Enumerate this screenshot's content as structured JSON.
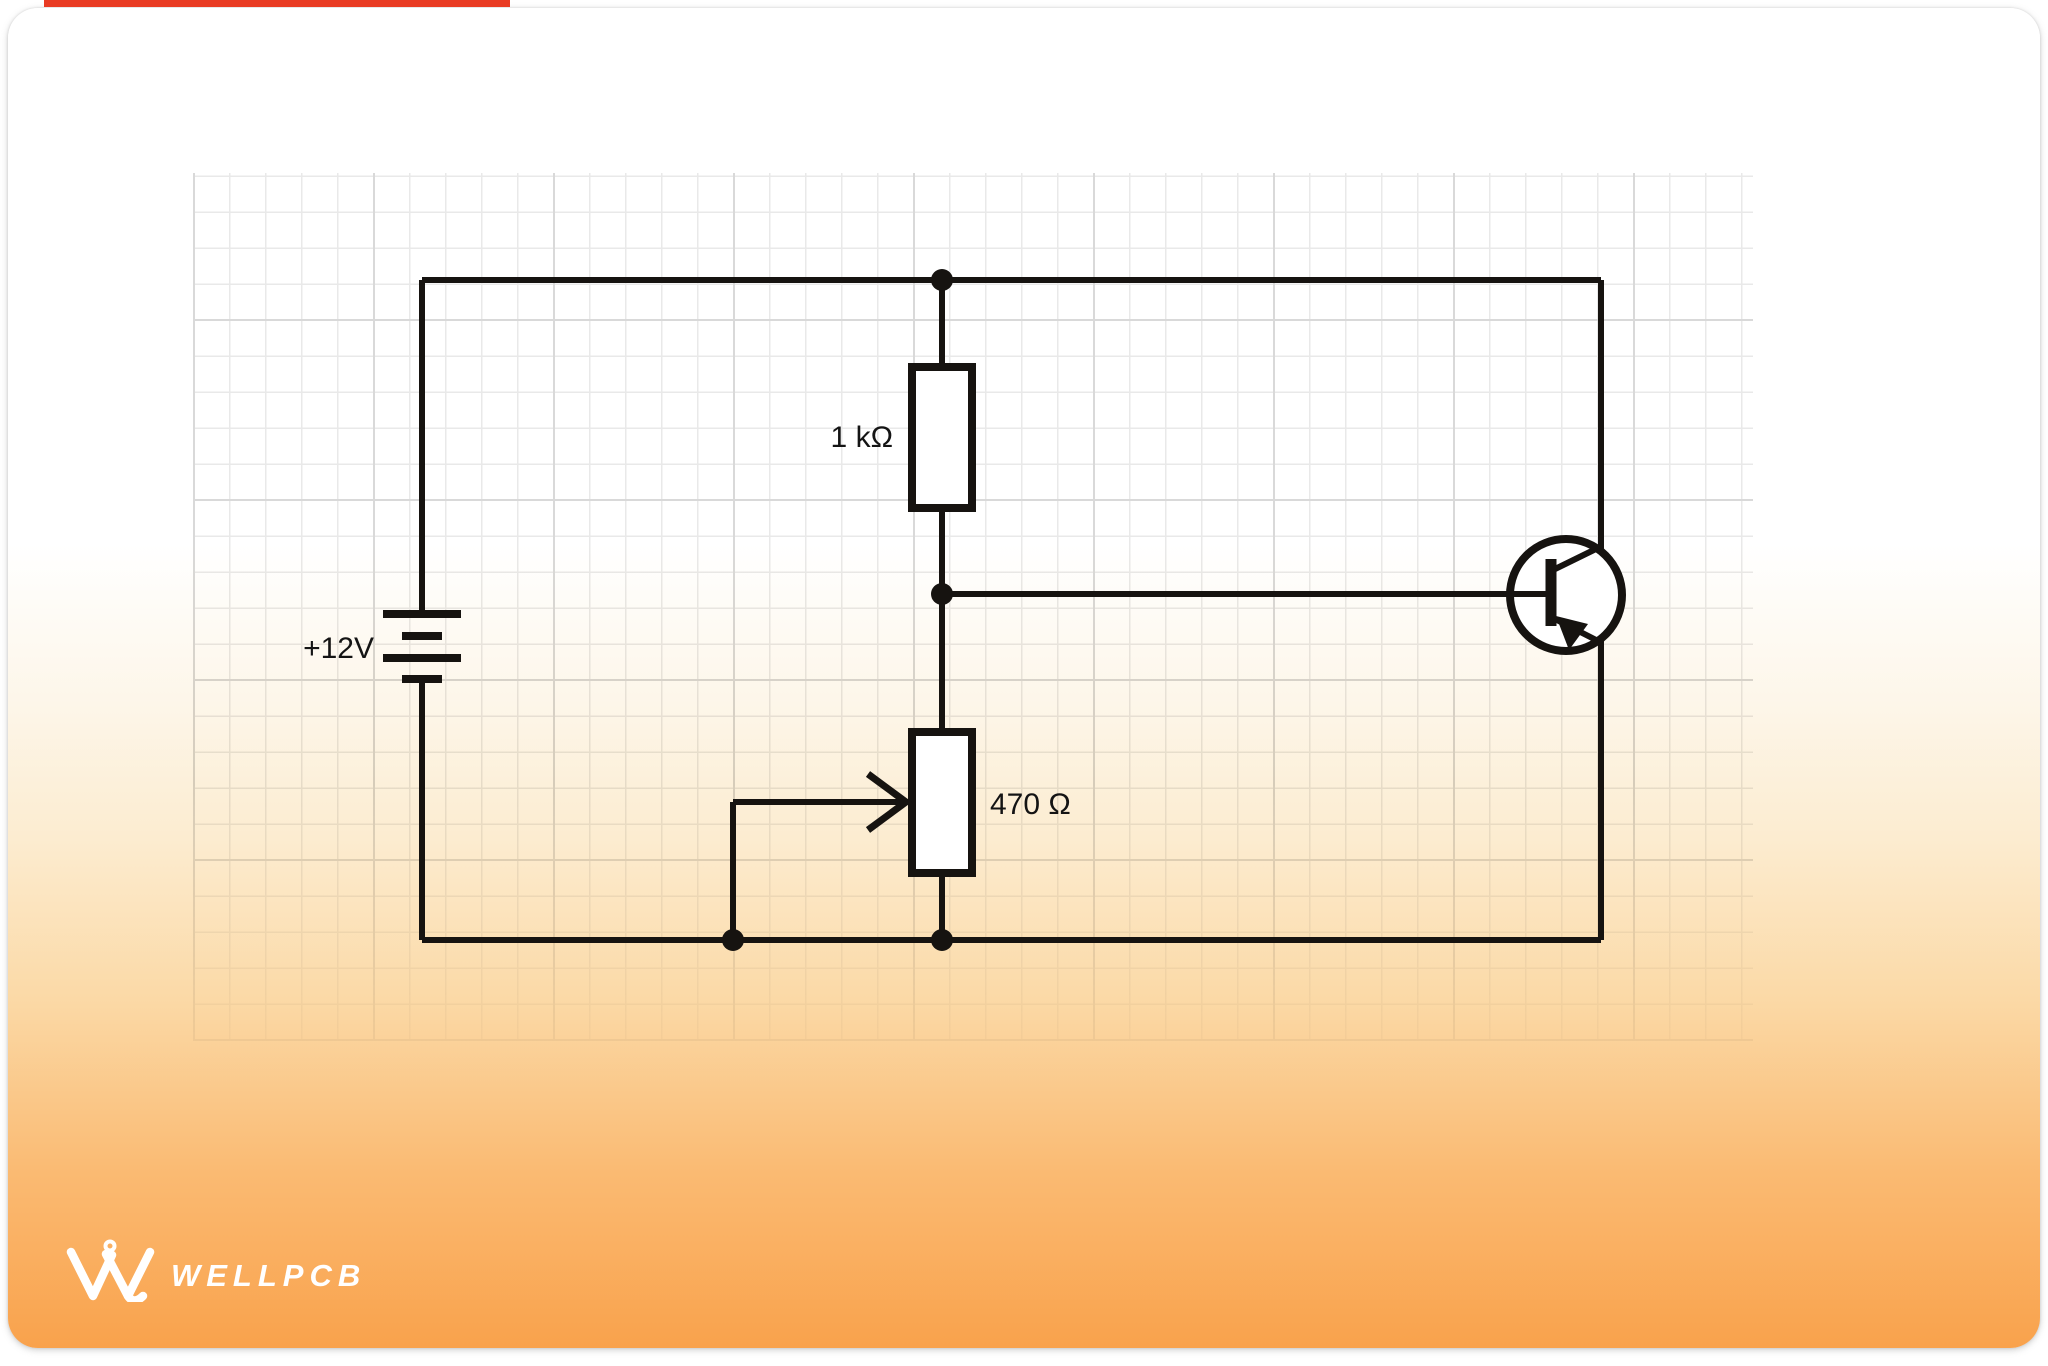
{
  "colors": {
    "wire": "#161310",
    "grid_minor": "#e9e9e9",
    "grid_major": "#d9d9d9",
    "gradient_orange": "#f9a24c",
    "progress_red": "#e93b23",
    "label_text": "#141414",
    "logo_white": "#ffffff"
  },
  "schematic": {
    "battery_label": "+12V",
    "resistor_label": "1 kΩ",
    "potentiometer_label": "470 Ω"
  },
  "branding": {
    "name": "WELLPCB"
  }
}
